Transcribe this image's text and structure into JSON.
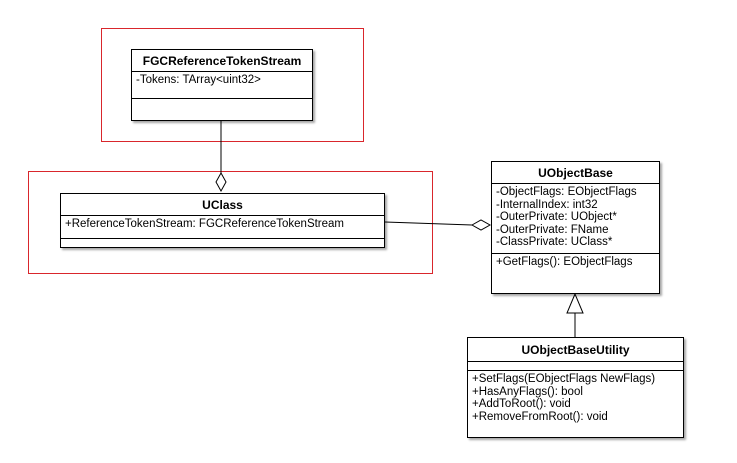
{
  "classes": {
    "token_stream": {
      "name": "FGCReferenceTokenStream",
      "attributes": [
        "-Tokens: TArray<uint32>"
      ],
      "operations": []
    },
    "uclass": {
      "name": "UClass",
      "attributes": [
        "+ReferenceTokenStream: FGCReferenceTokenStream"
      ],
      "operations": []
    },
    "uobjectbase": {
      "name": "UObjectBase",
      "attributes": [
        "-ObjectFlags: EObjectFlags",
        "-InternalIndex: int32",
        "-OuterPrivate: UObject*",
        "-OuterPrivate: FName",
        "-ClassPrivate: UClass*"
      ],
      "operations": [
        "+GetFlags(): EObjectFlags"
      ]
    },
    "uobjectbaseutility": {
      "name": "UObjectBaseUtility",
      "attributes": [],
      "operations": [
        "+SetFlags(EObjectFlags NewFlags)",
        "+HasAnyFlags(): bool",
        "+AddToRoot(): void",
        "+RemoveFromRoot(): void"
      ]
    }
  },
  "colors": {
    "highlight": "#d9262c",
    "line": "#000000"
  }
}
